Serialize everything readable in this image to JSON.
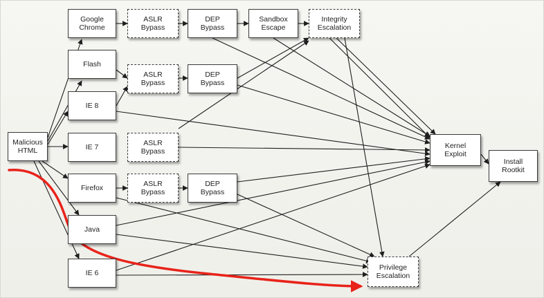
{
  "nodes": {
    "malicious_html": "Malicious\nHTML",
    "google_chrome": "Google\nChrome",
    "flash": "Flash",
    "ie8": "IE 8",
    "ie7": "IE 7",
    "firefox": "Firefox",
    "java": "Java",
    "ie6": "IE 6",
    "aslr_chrome": "ASLR\nBypass",
    "dep_chrome": "DEP\nBypass",
    "sandbox_escape": "Sandbox\nEscape",
    "integrity_escalation": "Integrity\nEscalation",
    "aslr_flash": "ASLR\nBypass",
    "dep_flash": "DEP\nBypass",
    "aslr_ie7": "ASLR\nBypass",
    "aslr_firefox": "ASLR\nBypass",
    "dep_firefox": "DEP\nBypass",
    "kernel_exploit": "Kernel\nExploit",
    "install_rootkit": "Install\nRootkit",
    "privilege_escalation": "Privilege\nEscalation"
  },
  "colors": {
    "edge": "#1e1e1e",
    "highlight_path": "#e8231a",
    "node_border": "#3a3a3a",
    "background": "#f2f2ee"
  }
}
